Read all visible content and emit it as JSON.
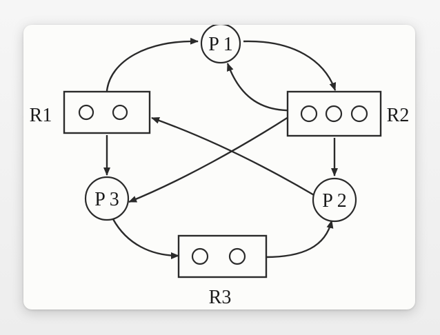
{
  "diagram": {
    "processes": [
      {
        "id": "P1",
        "label": "P 1"
      },
      {
        "id": "P2",
        "label": "P 2"
      },
      {
        "id": "P3",
        "label": "P 3"
      }
    ],
    "resources": [
      {
        "id": "R1",
        "label": "R1",
        "instances": 2
      },
      {
        "id": "R2",
        "label": "R2",
        "instances": 3
      },
      {
        "id": "R3",
        "label": "R3",
        "instances": 2
      }
    ],
    "edges": [
      {
        "from": "R1",
        "to": "P1",
        "kind": "assignment"
      },
      {
        "from": "P1",
        "to": "R2",
        "kind": "request"
      },
      {
        "from": "R2",
        "to": "P1",
        "kind": "assignment"
      },
      {
        "from": "R1",
        "to": "P3",
        "kind": "assignment"
      },
      {
        "from": "R2",
        "to": "P3",
        "kind": "assignment"
      },
      {
        "from": "R2",
        "to": "P2",
        "kind": "assignment"
      },
      {
        "from": "P2",
        "to": "R1",
        "kind": "request"
      },
      {
        "from": "P3",
        "to": "R3",
        "kind": "request"
      },
      {
        "from": "R3",
        "to": "P2",
        "kind": "assignment"
      }
    ],
    "line_color": "#2a2a2a",
    "background_color": "#fcfcfa"
  }
}
